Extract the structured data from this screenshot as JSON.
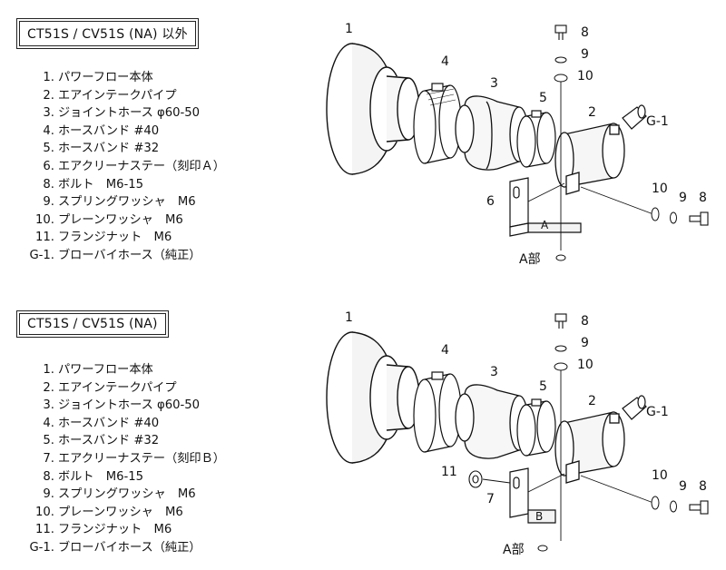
{
  "panels": [
    {
      "model": "CT51S / CV51S (NA) 以外",
      "parts": [
        {
          "num": "1.",
          "name": "パワーフロー本体"
        },
        {
          "num": "2.",
          "name": "エアインテークパイプ"
        },
        {
          "num": "3.",
          "name": "ジョイントホース φ60-50"
        },
        {
          "num": "4.",
          "name": "ホースバンド #40"
        },
        {
          "num": "5.",
          "name": "ホースバンド #32"
        },
        {
          "num": "6.",
          "name": "エアクリーナステー（刻印Ａ）"
        },
        {
          "num": "8.",
          "name": "ボルト　M6-15"
        },
        {
          "num": "9.",
          "name": "スプリングワッシャ　M6"
        },
        {
          "num": "10.",
          "name": "プレーンワッシャ　M6"
        },
        {
          "num": "11.",
          "name": "フランジナット　M6"
        },
        {
          "num": "G-1.",
          "name": "ブローバイホース（純正）"
        }
      ],
      "callouts": {
        "c1": "1",
        "c2": "2",
        "c3": "3",
        "c4": "4",
        "c5": "5",
        "c6": "6",
        "c8a": "8",
        "c9a": "9",
        "c10a": "10",
        "c8b": "8",
        "c9b": "9",
        "c10b": "10",
        "g1": "G-1",
        "apart": "A部",
        "stamp": "A"
      }
    },
    {
      "model": "CT51S / CV51S (NA)",
      "parts": [
        {
          "num": "1.",
          "name": "パワーフロー本体"
        },
        {
          "num": "2.",
          "name": "エアインテークパイプ"
        },
        {
          "num": "3.",
          "name": "ジョイントホース φ60-50"
        },
        {
          "num": "4.",
          "name": "ホースバンド #40"
        },
        {
          "num": "5.",
          "name": "ホースバンド #32"
        },
        {
          "num": "7.",
          "name": "エアクリーナステー（刻印Ｂ）"
        },
        {
          "num": "8.",
          "name": "ボルト　M6-15"
        },
        {
          "num": "9.",
          "name": "スプリングワッシャ　M6"
        },
        {
          "num": "10.",
          "name": "プレーンワッシャ　M6"
        },
        {
          "num": "11.",
          "name": "フランジナット　M6"
        },
        {
          "num": "G-1.",
          "name": "ブローバイホース（純正）"
        }
      ],
      "callouts": {
        "c1": "1",
        "c2": "2",
        "c3": "3",
        "c4": "4",
        "c5": "5",
        "c7": "7",
        "c11": "11",
        "c8a": "8",
        "c9a": "9",
        "c10a": "10",
        "c8b": "8",
        "c9b": "9",
        "c10b": "10",
        "g1": "G-1",
        "apart": "A部",
        "stamp": "B"
      }
    }
  ]
}
